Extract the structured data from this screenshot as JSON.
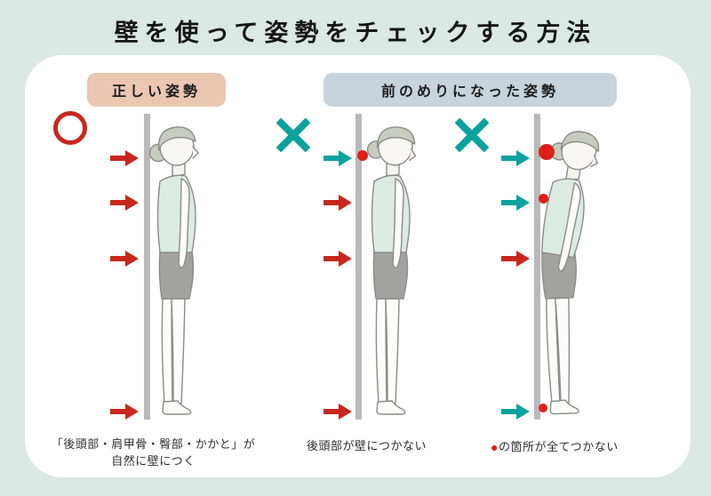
{
  "title": "壁を使って姿勢をチェックする方法",
  "section_labels": {
    "correct": "正しい姿勢",
    "forward": "前のめりになった姿勢"
  },
  "marks": {
    "correct": "circle-mark",
    "middle": "x-mark",
    "right": "x-mark"
  },
  "captions": {
    "correct_line1": "「後頭部・肩甲骨・臀部・かかと」が",
    "correct_line2": "自然に壁につく",
    "middle": "後頭部が壁につかない",
    "right_dot": "●",
    "right": "の箇所が全てつかない"
  },
  "colors": {
    "background": "#dce8e3",
    "panel": "#ffffff",
    "label_correct_bg": "#eac6b3",
    "label_forward_bg": "#c7d4db",
    "red": "#c8271e",
    "red_dot": "#dd1f18",
    "teal": "#0ba29e",
    "wall": "#b9b9b9",
    "text": "#1a1a1a"
  },
  "arrows": [
    {
      "figure": "correct",
      "level": "head",
      "color": "#c8271e",
      "touches_wall": true
    },
    {
      "figure": "correct",
      "level": "shoulder-blade",
      "color": "#c8271e",
      "touches_wall": true
    },
    {
      "figure": "correct",
      "level": "hip",
      "color": "#c8271e",
      "touches_wall": true
    },
    {
      "figure": "correct",
      "level": "heel",
      "color": "#c8271e",
      "touches_wall": true
    },
    {
      "figure": "middle",
      "level": "head",
      "color": "#0ba29e",
      "touches_wall": false
    },
    {
      "figure": "middle",
      "level": "shoulder-blade",
      "color": "#c8271e",
      "touches_wall": true
    },
    {
      "figure": "middle",
      "level": "hip",
      "color": "#c8271e",
      "touches_wall": true
    },
    {
      "figure": "middle",
      "level": "heel",
      "color": "#c8271e",
      "touches_wall": true
    },
    {
      "figure": "right",
      "level": "head",
      "color": "#0ba29e",
      "touches_wall": false
    },
    {
      "figure": "right",
      "level": "shoulder-blade",
      "color": "#0ba29e",
      "touches_wall": false
    },
    {
      "figure": "right",
      "level": "hip",
      "color": "#c8271e",
      "touches_wall": true
    },
    {
      "figure": "right",
      "level": "heel",
      "color": "#0ba29e",
      "touches_wall": false
    }
  ],
  "dots": [
    {
      "figure": "middle",
      "level": "head",
      "color": "#dd1f18"
    },
    {
      "figure": "right",
      "level": "head",
      "color": "#dd1f18"
    },
    {
      "figure": "right",
      "level": "shoulder-blade",
      "color": "#dd1f18"
    },
    {
      "figure": "right",
      "level": "heel",
      "color": "#dd1f18"
    }
  ]
}
